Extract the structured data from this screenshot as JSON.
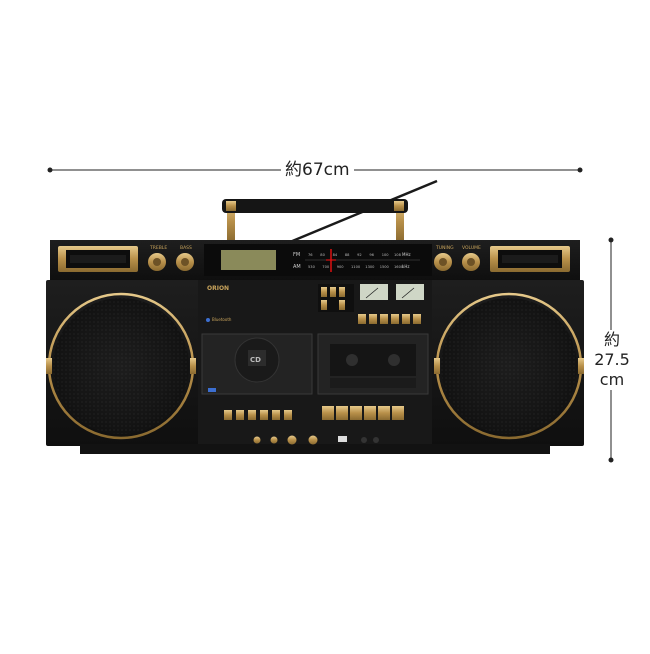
{
  "dimensions": {
    "width": "約67cm",
    "height_line1": "約",
    "height_line2": "27.5",
    "height_line3": "cm"
  },
  "device": {
    "brand": "ORION",
    "bluetooth": "Bluetooth",
    "knob_labels": {
      "treble": "TREBLE",
      "bass": "BASS",
      "tuning": "TUNING",
      "volume": "VOLUME"
    },
    "radio_dial": {
      "fm_label": "FM",
      "am_label": "AM",
      "fm_freqs": [
        "76",
        "80",
        "84",
        "88",
        "92",
        "96",
        "100",
        "108"
      ],
      "am_freqs": [
        "530",
        "700",
        "900",
        "1100",
        "1300",
        "1500",
        "1600"
      ],
      "fm_unit": "MHz",
      "am_unit": "kHz"
    },
    "cd_label": "CD",
    "colors": {
      "body": "#141414",
      "gold": "#c9a45c",
      "lcd": "#8a8a5a"
    }
  }
}
